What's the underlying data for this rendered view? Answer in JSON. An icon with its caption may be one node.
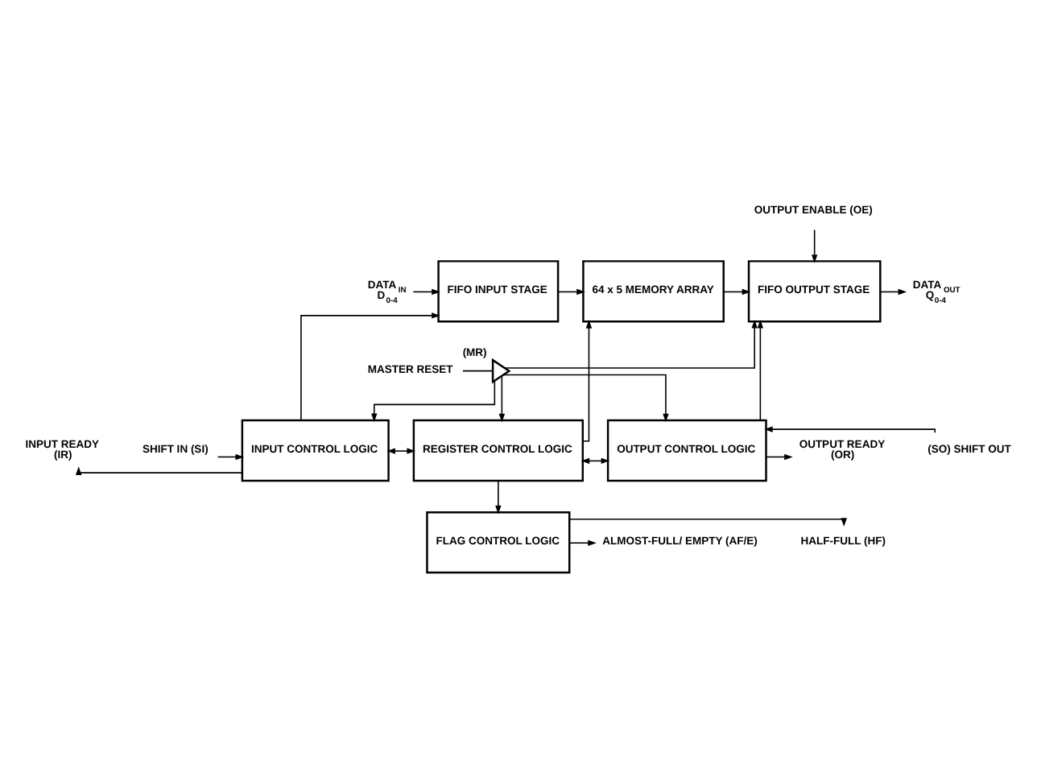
{
  "diagram": {
    "nodes": [
      {
        "text": [
          "FIFO INPUT STAGE"
        ]
      },
      {
        "text": [
          "64 x 5 MEMORY ARRAY"
        ]
      },
      {
        "text": [
          "FIFO OUTPUT STAGE"
        ]
      },
      {
        "text": [
          "INPUT CONTROL LOGIC"
        ]
      },
      {
        "text": [
          "REGISTER CONTROL LOGIC"
        ]
      },
      {
        "text": [
          "OUTPUT CONTROL LOGIC"
        ]
      },
      {
        "text": [
          "FLAG CONTROL LOGIC"
        ]
      },
      {
        "text": [
          "DATA$_{IN}$",
          "D$_{0-4}$"
        ]
      },
      {
        "text": [
          "DATA$_{OUT}$",
          "Q$_{0-4}$"
        ]
      },
      {
        "text": [
          "OUTPUT ENABLE (OE)"
        ]
      },
      {
        "text": [
          "MASTER RESET"
        ]
      },
      {
        "text": [],
        "shape": "triangle",
        "beside": [
          "(MR)"
        ]
      },
      {
        "text": [
          "INPUT READY",
          "(IR)"
        ]
      },
      {
        "text": [
          "SHIFT IN (SI)"
        ]
      },
      {
        "text": [
          "(SO) SHIFT OUT"
        ]
      },
      {
        "text": [
          "OUTPUT READY",
          "(OR)"
        ]
      },
      {
        "text": [
          "HALF-FULL (HF)"
        ]
      },
      {
        "text": [
          "ALMOST-FULL/ EMPTY (AF/E)"
        ]
      }
    ],
    "edges": [
      {
        "from": 7,
        "to": 0,
        "arrow": "to"
      },
      {
        "from": 0,
        "to": 1,
        "arrow": "to"
      },
      {
        "from": 1,
        "to": 2,
        "arrow": "to"
      },
      {
        "from": 2,
        "to": 8,
        "arrow": "to"
      },
      {
        "from": 9,
        "to": 2,
        "arrow": "to"
      },
      {
        "from": 3,
        "to": 0,
        "arrow": "to"
      },
      {
        "from": 4,
        "to": 1,
        "arrow": "to"
      },
      {
        "from": 5,
        "to": 2,
        "arrow": "to"
      },
      {
        "from": 10,
        "to": 11,
        "arrow": "none"
      },
      {
        "from": 11,
        "to": 3,
        "arrow": "to"
      },
      {
        "from": 11,
        "to": 4,
        "arrow": "to"
      },
      {
        "from": 11,
        "to": 5,
        "arrow": "to"
      },
      {
        "from": 11,
        "to": 2,
        "arrow": "to"
      },
      {
        "from": 3,
        "to": 12,
        "arrow": "to"
      },
      {
        "from": 13,
        "to": 3,
        "arrow": "to"
      },
      {
        "from": 3,
        "to": 4,
        "arrow": "both"
      },
      {
        "from": 4,
        "to": 5,
        "arrow": "both"
      },
      {
        "from": 14,
        "to": 5,
        "arrow": "to"
      },
      {
        "from": 5,
        "to": 15,
        "arrow": "to"
      },
      {
        "from": 4,
        "to": 6,
        "arrow": "to"
      },
      {
        "from": 6,
        "to": 16,
        "arrow": "to"
      },
      {
        "from": 6,
        "to": 17,
        "arrow": "to"
      }
    ]
  }
}
